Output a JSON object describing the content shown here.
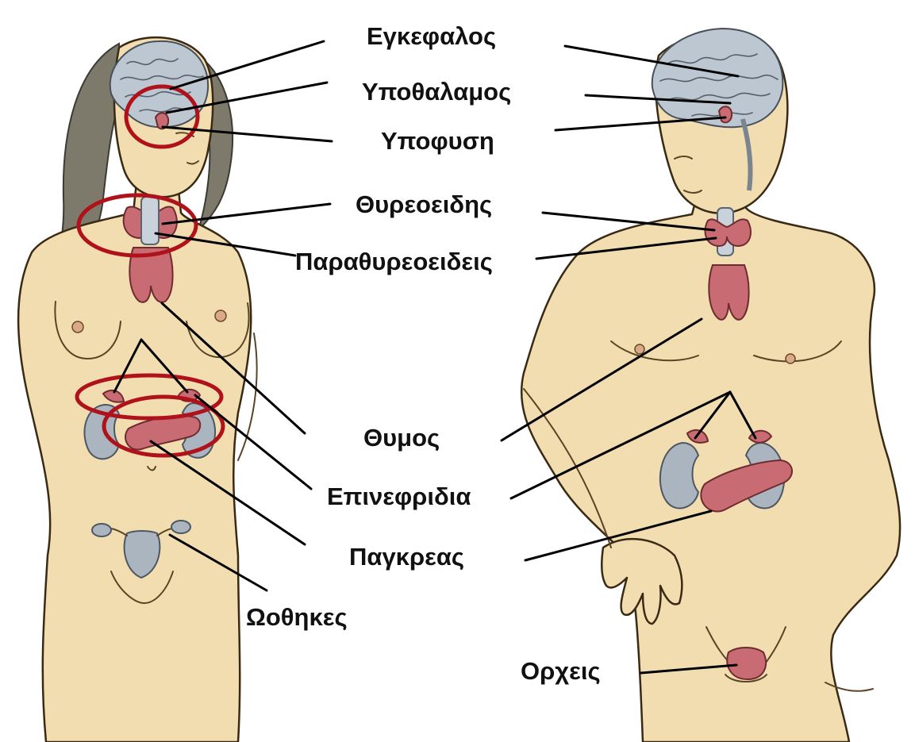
{
  "labels": {
    "brain": "Εγκεφαλος",
    "hypothalamus": "Υποθαλαμος",
    "pituitary": "Υποφυση",
    "thyroid": "Θυρεοειδης",
    "parathyroids": "Παραθυρεοειδεις",
    "thymus": "Θυμος",
    "adrenals": "Επινεφριδια",
    "pancreas": "Παγκρεας",
    "ovaries": "Ωοθηκες",
    "testes": "Ορχεις"
  },
  "colors": {
    "highlight_ring": "#b0121b",
    "skin": "#f2ddb0",
    "brain": "#bcc7d2",
    "gland": "#c86b73",
    "kidney": "#aab5c0",
    "text": "#111111"
  }
}
